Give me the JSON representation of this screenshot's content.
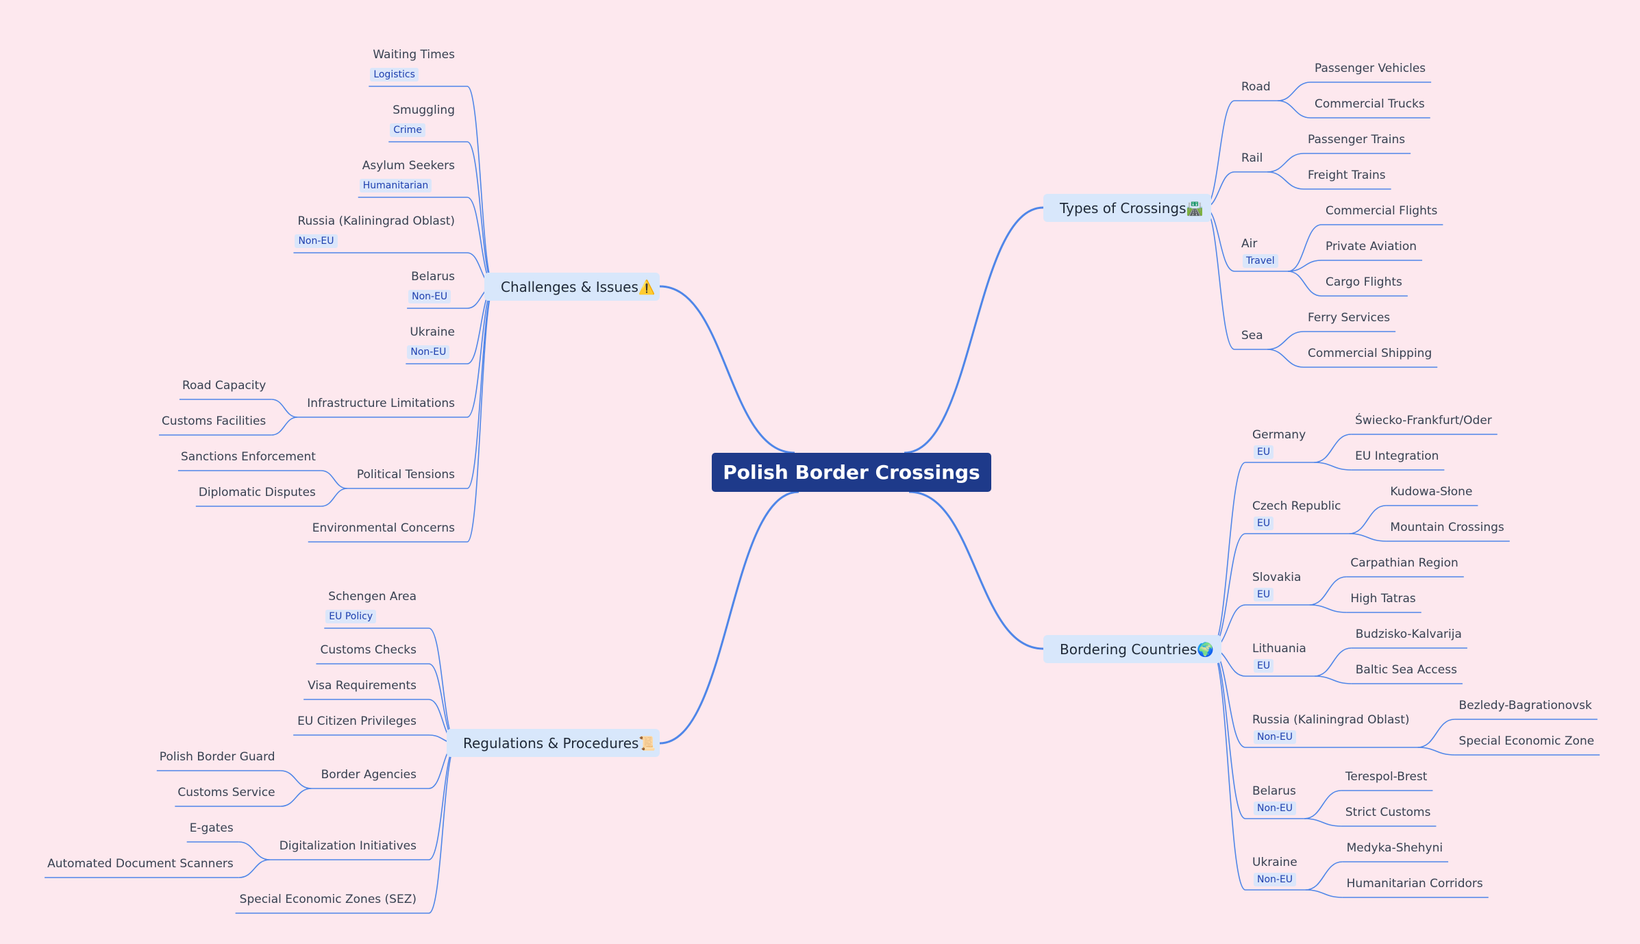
{
  "root": {
    "label": "Polish Border Crossings"
  },
  "branches": {
    "types": {
      "label": "Types of Crossings🛣️",
      "children": [
        {
          "label": "Road",
          "children": [
            "Passenger Vehicles",
            "Commercial Trucks"
          ]
        },
        {
          "label": "Rail",
          "children": [
            "Passenger Trains",
            "Freight Trains"
          ]
        },
        {
          "label": "Air",
          "tag": "Travel",
          "children": [
            "Commercial Flights",
            "Private Aviation",
            "Cargo Flights"
          ]
        },
        {
          "label": "Sea",
          "children": [
            "Ferry Services",
            "Commercial Shipping"
          ]
        }
      ]
    },
    "bordering": {
      "label": "Bordering Countries🌍",
      "children": [
        {
          "label": "Germany",
          "tag": "EU",
          "children": [
            "Świecko-Frankfurt/Oder",
            "EU Integration"
          ]
        },
        {
          "label": "Czech Republic",
          "tag": "EU",
          "children": [
            "Kudowa-Słone",
            "Mountain Crossings"
          ]
        },
        {
          "label": "Slovakia",
          "tag": "EU",
          "children": [
            "Carpathian Region",
            "High Tatras"
          ]
        },
        {
          "label": "Lithuania",
          "tag": "EU",
          "children": [
            "Budzisko-Kalvarija",
            "Baltic Sea Access"
          ]
        },
        {
          "label": "Russia (Kaliningrad Oblast)",
          "tag": "Non-EU",
          "children": [
            "Bezledy-Bagrationovsk",
            "Special Economic Zone"
          ]
        },
        {
          "label": "Belarus",
          "tag": "Non-EU",
          "children": [
            "Terespol-Brest",
            "Strict Customs"
          ]
        },
        {
          "label": "Ukraine",
          "tag": "Non-EU",
          "children": [
            "Medyka-Shehyni",
            "Humanitarian Corridors"
          ]
        }
      ]
    },
    "challenges": {
      "label": "Challenges & Issues⚠️",
      "children": [
        {
          "label": "Waiting Times",
          "tag": "Logistics"
        },
        {
          "label": "Smuggling",
          "tag": "Crime"
        },
        {
          "label": "Asylum Seekers",
          "tag": "Humanitarian"
        },
        {
          "label": "Russia (Kaliningrad Oblast)",
          "tag": "Non-EU"
        },
        {
          "label": "Belarus",
          "tag": "Non-EU"
        },
        {
          "label": "Ukraine",
          "tag": "Non-EU"
        },
        {
          "label": "Infrastructure Limitations",
          "children": [
            "Road Capacity",
            "Customs Facilities"
          ]
        },
        {
          "label": "Political Tensions",
          "children": [
            "Sanctions Enforcement",
            "Diplomatic Disputes"
          ]
        },
        {
          "label": "Environmental Concerns"
        }
      ]
    },
    "regulations": {
      "label": "Regulations & Procedures📜",
      "children": [
        {
          "label": "Schengen Area",
          "tag": "EU Policy"
        },
        {
          "label": "Customs Checks"
        },
        {
          "label": "Visa Requirements"
        },
        {
          "label": "EU Citizen Privileges"
        },
        {
          "label": "Border Agencies",
          "children": [
            "Polish Border Guard",
            "Customs Service"
          ]
        },
        {
          "label": "Digitalization Initiatives",
          "children": [
            "E-gates",
            "Automated Document Scanners"
          ]
        },
        {
          "label": "Special Economic Zones (SEZ)"
        }
      ]
    }
  },
  "colors": {
    "background": "#fde8ee",
    "link": "#4f86e8",
    "root": "#1e3a8a",
    "branch": "#d8e7fb",
    "tag": "#dbe6fa"
  }
}
